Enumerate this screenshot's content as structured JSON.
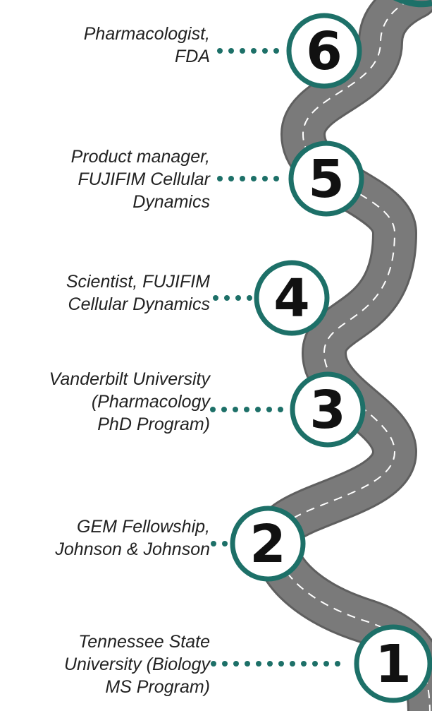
{
  "colors": {
    "road": "#7a7a7a",
    "road_edge": "#5f5f5f",
    "lane_marking": "#ffffff",
    "ring": "#1d7068",
    "dots": "#1d7068",
    "milestone_fill": "#ffffff",
    "label_text": "#222222"
  },
  "milestones": [
    {
      "number": "6",
      "label": "Pharmacologist,\nFDA"
    },
    {
      "number": "5",
      "label": "Product manager,\nFUJIFIM Cellular\nDynamics"
    },
    {
      "number": "4",
      "label": "Scientist, FUJIFIM\nCellular Dynamics"
    },
    {
      "number": "3",
      "label": "Vanderbilt University\n(Pharmacology\nPhD Program)"
    },
    {
      "number": "2",
      "label": "GEM Fellowship,\nJohnson & Johnson"
    },
    {
      "number": "1",
      "label": "Tennessee State\nUniversity (Biology\nMS Program)"
    }
  ]
}
